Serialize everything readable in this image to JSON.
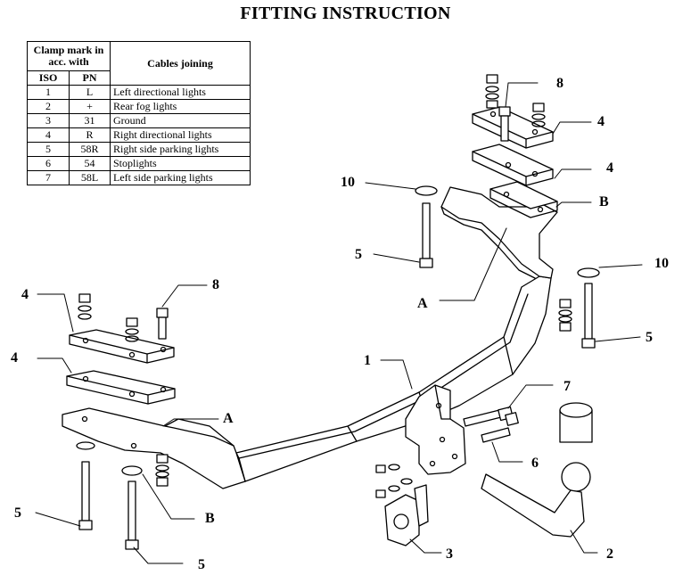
{
  "title": "FITTING INSTRUCTION",
  "table": {
    "header_clamp": "Clamp mark in acc. with",
    "header_cables": "Cables joining",
    "col_iso": "ISO",
    "col_pn": "PN",
    "rows": [
      {
        "iso": "1",
        "pn": "L",
        "cable": "Left directional lights"
      },
      {
        "iso": "2",
        "pn": "+",
        "cable": "Rear fog lights"
      },
      {
        "iso": "3",
        "pn": "31",
        "cable": "Ground"
      },
      {
        "iso": "4",
        "pn": "R",
        "cable": "Right directional lights"
      },
      {
        "iso": "5",
        "pn": "58R",
        "cable": "Right side parking lights"
      },
      {
        "iso": "6",
        "pn": "54",
        "cable": "Stoplights"
      },
      {
        "iso": "7",
        "pn": "58L",
        "cable": "Left side parking lights"
      }
    ]
  },
  "callouts": {
    "c8_top": "8",
    "c4_top1": "4",
    "c4_top2": "4",
    "cB_right": "B",
    "c10_left": "10",
    "c5_left": "5",
    "cA_right": "A",
    "c10_right": "10",
    "c5_right": "5",
    "c8_left": "8",
    "c4_left1": "4",
    "c4_left2": "4",
    "cA_left": "A",
    "c1": "1",
    "c7": "7",
    "c6": "6",
    "c5_bl": "5",
    "cB_bottom": "B",
    "c5_bottom": "5",
    "c3": "3",
    "c2": "2"
  }
}
